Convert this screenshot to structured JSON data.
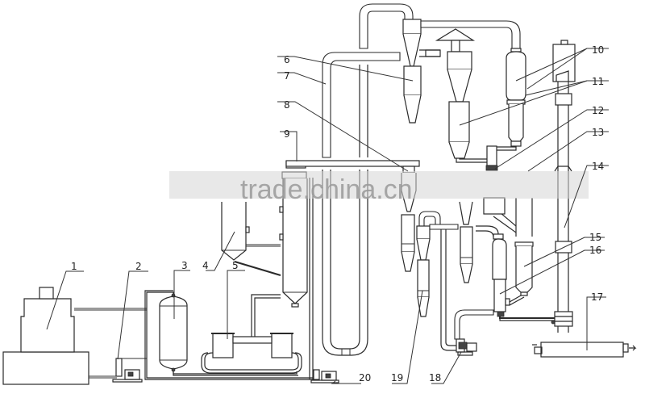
{
  "diagram": {
    "type": "process-flow-schematic",
    "background": "#ffffff",
    "line_color": "#2a2a2a",
    "watermark": {
      "text": "trade.china.cn",
      "color": "#9a9a9a"
    },
    "callouts": [
      {
        "id": 1,
        "label": "1",
        "target": "large-tank-unit"
      },
      {
        "id": 2,
        "label": "2",
        "target": "feed-pump"
      },
      {
        "id": 3,
        "label": "3",
        "target": "vertical-vessel"
      },
      {
        "id": 4,
        "label": "4",
        "target": "feed-hopper"
      },
      {
        "id": 5,
        "label": "5",
        "target": "twin-tank-assembly"
      },
      {
        "id": 6,
        "label": "6",
        "target": "top-cyclone"
      },
      {
        "id": 7,
        "label": "7",
        "target": "riser-duct"
      },
      {
        "id": 8,
        "label": "8",
        "target": "middle-cyclone"
      },
      {
        "id": 9,
        "label": "9",
        "target": "main-reactor-column"
      },
      {
        "id": 10,
        "label": "10",
        "target": "upper-separator"
      },
      {
        "id": 11,
        "label": "11",
        "target": "collector-cyclone"
      },
      {
        "id": 12,
        "label": "12",
        "target": "rotary-valve"
      },
      {
        "id": 13,
        "label": "13",
        "target": "inclined-chute"
      },
      {
        "id": 14,
        "label": "14",
        "target": "tall-stack-column"
      },
      {
        "id": 15,
        "label": "15",
        "target": "secondary-riser"
      },
      {
        "id": 16,
        "label": "16",
        "target": "lower-separator"
      },
      {
        "id": 17,
        "label": "17",
        "target": "horizontal-heater"
      },
      {
        "id": 18,
        "label": "18",
        "target": "blower-fan"
      },
      {
        "id": 19,
        "label": "19",
        "target": "small-cyclone"
      },
      {
        "id": 20,
        "label": "20",
        "target": "circulation-pump"
      }
    ]
  }
}
